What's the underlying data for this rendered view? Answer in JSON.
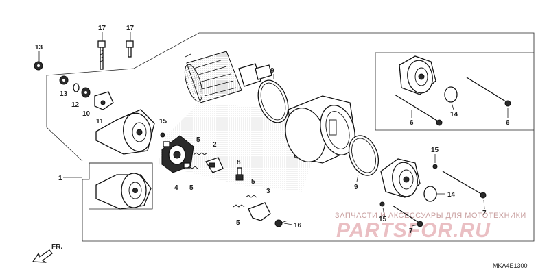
{
  "diagram": {
    "callouts": {
      "c1": "1",
      "c2": "2",
      "c3": "3",
      "c4": "4",
      "c5a": "5",
      "c5b": "5",
      "c5c": "5",
      "c5d": "5",
      "c6a": "6",
      "c6b": "6",
      "c7a": "7",
      "c7b": "7",
      "c8": "8",
      "c9a": "9",
      "c9b": "9",
      "c10": "10",
      "c11": "11",
      "c12": "12",
      "c13a": "13",
      "c13b": "13",
      "c14a": "14",
      "c14b": "14",
      "c15a": "15",
      "c15b": "15",
      "c15c": "15",
      "c16": "16",
      "c17a": "17",
      "c17b": "17"
    },
    "direction_label": "FR.",
    "diagram_code": "MKA4E1300",
    "watermark": {
      "line1": "ЗАПЧАСТИ И АКСЕССУАРЫ ДЛЯ МОТОТЕХНИКИ",
      "line2": "PARTSFOR.RU"
    }
  }
}
